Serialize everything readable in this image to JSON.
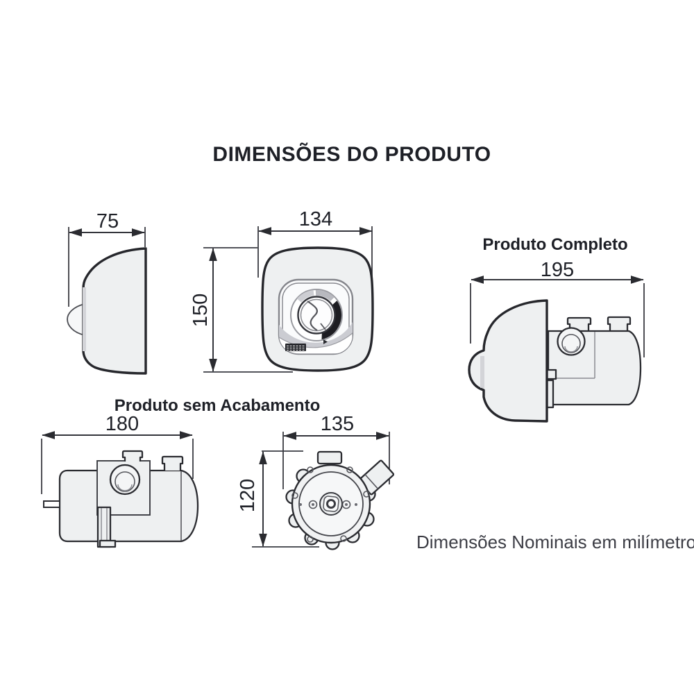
{
  "page": {
    "title": "DIMENSÕES DO PRODUTO",
    "note": "Dimensões Nominais em milímetro"
  },
  "views": {
    "side": {
      "width": "75"
    },
    "front": {
      "width": "134",
      "height": "150"
    },
    "complete": {
      "title": "Produto Completo",
      "width": "195"
    },
    "unfinished": {
      "title": "Produto sem Acabamento",
      "width": "180"
    },
    "rear": {
      "width": "135",
      "height": "120"
    }
  },
  "colors": {
    "outline": "#2a2b30",
    "fill": "#eef0f1",
    "text": "#1e2027",
    "dark_detail": "#1d1d22"
  }
}
